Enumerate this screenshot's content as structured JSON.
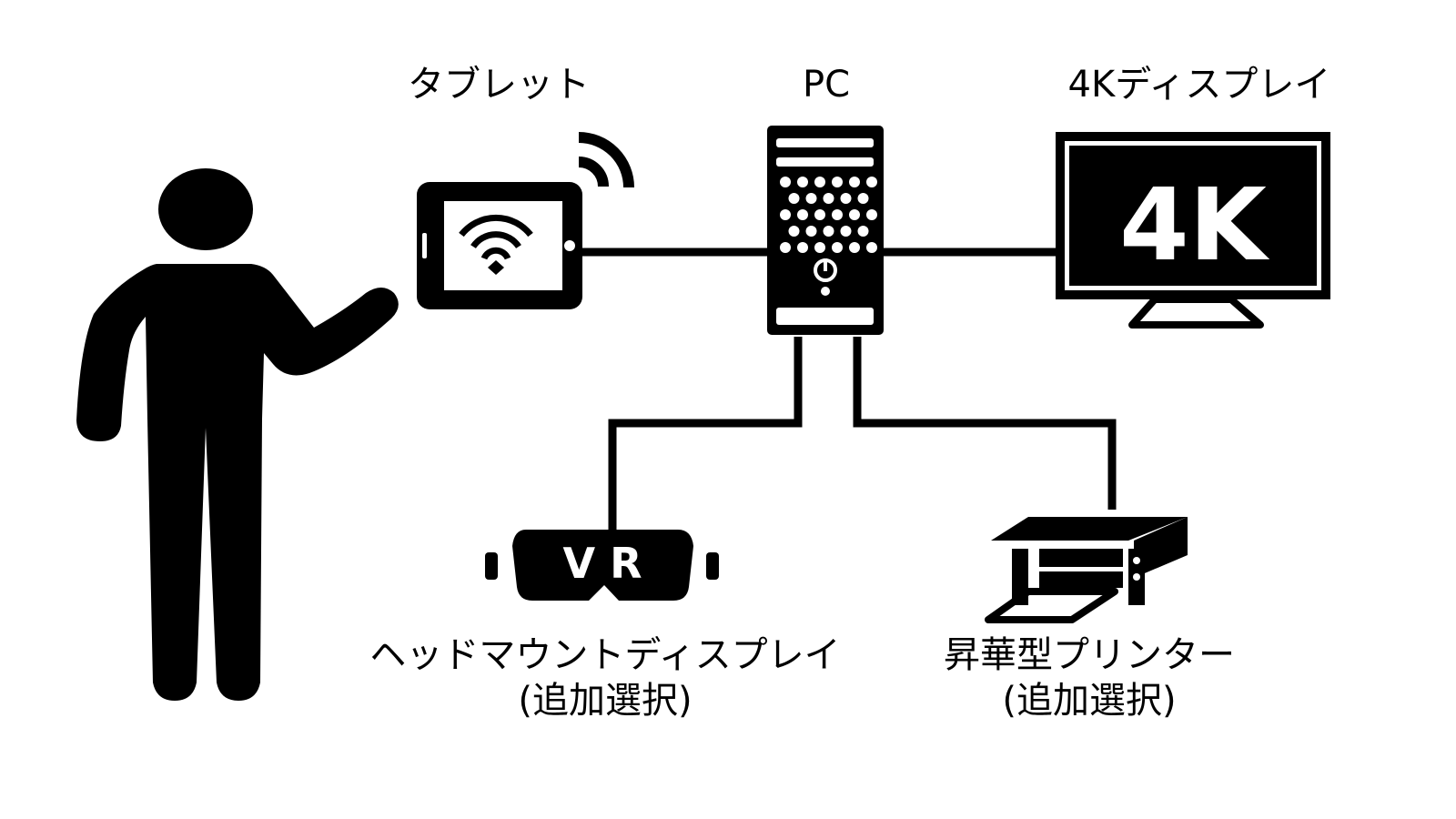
{
  "diagram": {
    "colors": {
      "foreground": "#000000",
      "background": "#ffffff"
    },
    "nodes": {
      "user": {
        "icon": "person-icon"
      },
      "tablet": {
        "label": "タブレット",
        "icon": "tablet-icon",
        "screen_icon": "wifi-icon",
        "signal_icon": "wireless-signal-icon"
      },
      "pc": {
        "label": "PC",
        "icon": "pc-tower-icon"
      },
      "display": {
        "label": "4Kディスプレイ",
        "icon": "monitor-icon",
        "screen_text": "4K"
      },
      "hmd": {
        "label": "ヘッドマウントディスプレイ",
        "note": "(追加選択)",
        "icon": "vr-headset-icon",
        "screen_text": "V R"
      },
      "printer": {
        "label": "昇華型プリンター",
        "note": "(追加選択)",
        "icon": "printer-icon"
      }
    },
    "edges": [
      {
        "from": "tablet",
        "to": "pc"
      },
      {
        "from": "pc",
        "to": "display"
      },
      {
        "from": "pc",
        "to": "hmd"
      },
      {
        "from": "pc",
        "to": "printer"
      }
    ]
  }
}
